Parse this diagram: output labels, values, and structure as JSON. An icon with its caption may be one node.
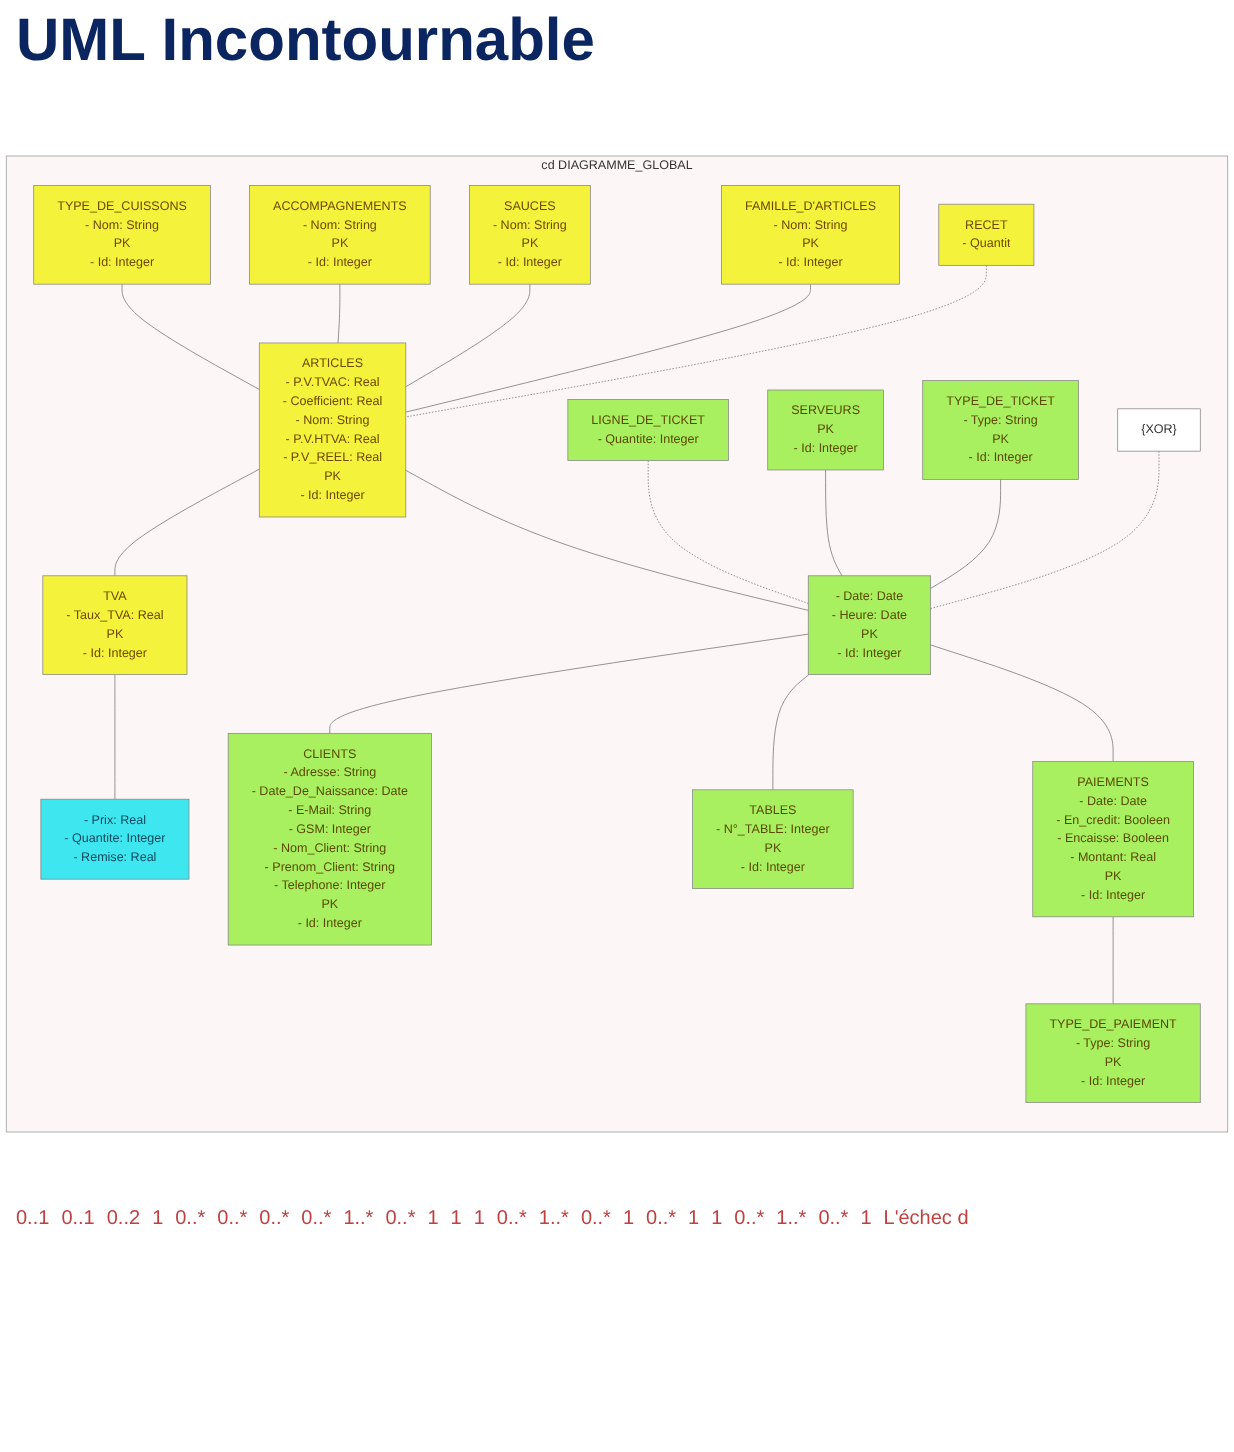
{
  "diagram": {
    "title": "UML Incontournable",
    "nodes": [
      {
        "text": [
          "cd DIAGRAMME_GLOBAL"
        ]
      },
      {
        "text": [
          "TYPE_DE_CUISSONS",
          "- Nom: String",
          "PK",
          "- Id: Integer"
        ],
        "in": 0
      },
      {
        "text": [
          "ACCOMPAGNEMENTS",
          "- Nom: String",
          "PK",
          "- Id: Integer"
        ],
        "in": 0
      },
      {
        "text": [
          "SAUCES",
          "- Nom: String",
          "PK",
          "- Id: Integer"
        ],
        "in": 0
      },
      {
        "text": [
          "FAMILLE_D'ARTICLES",
          "- Nom: String",
          "PK",
          "- Id: Integer"
        ],
        "in": 0
      },
      {
        "text": [
          "RECET",
          "- Quantit"
        ],
        "in": 0
      },
      {
        "text": [
          "ARTICLES",
          "- P.V.TVAC: Real",
          "- Coefficient: Real",
          "- Nom: String",
          "- P.V.HTVA: Real",
          "- P.V_REEL: Real",
          "PK",
          "- Id: Integer"
        ],
        "in": 0
      },
      {
        "text": [
          "TVA",
          "- Taux_TVA: Real",
          "PK",
          "- Id: Integer"
        ],
        "in": 0
      },
      {
        "text": [
          "LIGNE_DE_TICKET",
          "- Quantite: Integer"
        ],
        "in": 0
      },
      {
        "text": [
          "SERVEURS",
          "PK",
          "- Id: Integer"
        ],
        "in": 0
      },
      {
        "text": [
          "- Prix: Real",
          "- Quantite: Integer",
          "- Remise: Real"
        ],
        "in": 0
      },
      {
        "text": [
          "- Date: Date",
          "- Heure: Date",
          "PK",
          "- Id: Integer"
        ],
        "in": 0
      },
      {
        "text": [
          "{XOR}"
        ],
        "in": 0
      },
      {
        "text": [
          "CLIENTS",
          "- Adresse: String",
          "- Date_De_Naissance: Date",
          "- E-Mail: String",
          "- GSM: Integer",
          "- Nom_Client: String",
          "- Prenom_Client: String",
          "- Telephone: Integer",
          "PK",
          "- Id: Integer"
        ],
        "in": 0
      },
      {
        "text": [
          "TYPE_DE_TICKET",
          "- Type: String",
          "PK",
          "- Id: Integer"
        ],
        "in": 0
      },
      {
        "text": [
          "TABLES",
          "- N°_TABLE: Integer",
          "PK",
          "- Id: Integer"
        ],
        "in": 0
      },
      {
        "text": [
          "PAIEMENTS",
          "- Date: Date",
          "- En_credit: Booleen",
          "- Encaisse: Booleen",
          "- Montant: Real",
          "PK",
          "- Id: Integer"
        ],
        "in": 0
      },
      {
        "text": [
          "TYPE_DE_PAIEMENT",
          "- Type: String",
          "PK",
          "- Id: Integer"
        ],
        "in": 0
      }
    ],
    "edges": [
      {
        "from": 1,
        "to": 6,
        "arrow": "none"
      },
      {
        "from": 2,
        "to": 6,
        "arrow": "none"
      },
      {
        "from": 3,
        "to": 6,
        "arrow": "none"
      },
      {
        "from": 4,
        "to": 6,
        "arrow": "none"
      },
      {
        "from": 5,
        "to": 6,
        "arrow": "none",
        "style": "dashed"
      },
      {
        "from": 6,
        "to": 7,
        "arrow": "none"
      },
      {
        "from": 6,
        "to": 11,
        "arrow": "none"
      },
      {
        "from": 8,
        "to": 11,
        "arrow": "none",
        "style": "dashed"
      },
      {
        "from": 7,
        "to": 10,
        "arrow": "none"
      },
      {
        "from": 9,
        "to": 11,
        "arrow": "none"
      },
      {
        "from": 11,
        "to": 13,
        "arrow": "none"
      },
      {
        "from": 14,
        "to": 11,
        "arrow": "none"
      },
      {
        "from": 11,
        "to": 15,
        "arrow": "none"
      },
      {
        "from": 11,
        "to": 16,
        "arrow": "none"
      },
      {
        "from": 12,
        "to": 11,
        "arrow": "none",
        "style": "dashed"
      },
      {
        "from": 16,
        "to": 17,
        "arrow": "none"
      }
    ],
    "labels": [
      "0..1",
      "0..1",
      "0..2",
      "1",
      "0..*",
      "0..*",
      "0..*",
      "0..*",
      "1..*",
      "0..*",
      "1",
      "1",
      "1",
      "0..*",
      "1..*",
      "0..*",
      "1",
      "0..*",
      "1",
      "1",
      "0..*",
      "1..*",
      "0..*",
      "1",
      "L'échec d"
    ]
  }
}
